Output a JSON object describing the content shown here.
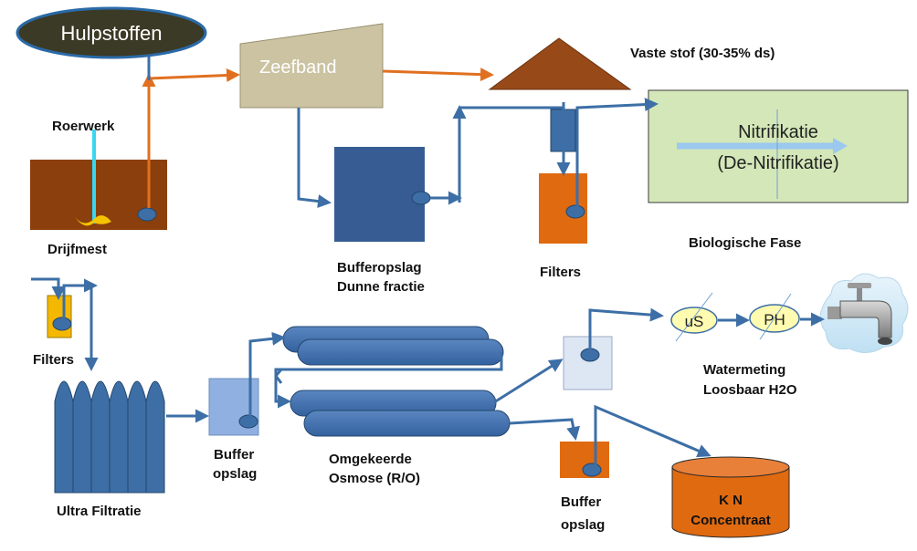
{
  "labels": {
    "hulpstoffen": "Hulpstoffen",
    "zeefband": "Zeefband",
    "vaste_stof": "Vaste stof (30-35% ds)",
    "roerwerk": "Roerwerk",
    "drijfmest": "Drijfmest",
    "nitrificatie_line1": "Nitrifikatie",
    "nitrificatie_line2": "(De-Nitrifikatie)",
    "biologische_fase": "Biologische Fase",
    "bufferopslag_line1": "Bufferopslag",
    "bufferopslag_line2": "Dunne fractie",
    "filters_top": "Filters",
    "filters_left": "Filters",
    "ultra_filtratie": "Ultra Filtratie",
    "buffer_left_line1": "Buffer",
    "buffer_left_line2": "opslag",
    "osmose_line1": "Omgekeerde",
    "osmose_line2": "Osmose (R/O)",
    "buffer_bottom_line1": "Buffer",
    "buffer_bottom_line2": "opslag",
    "us_meter": "uS",
    "ph_meter": "PH",
    "watermeting_line1": "Watermeting",
    "watermeting_line2": "Loosbaar H2O",
    "kn_line1": "K N",
    "kn_line2": "Concentraat"
  },
  "colors": {
    "blue_line": "#3d6fa6",
    "orange_line": "#e07020",
    "manure_brown": "#8b3f0c",
    "solid_brown": "#974a18",
    "zeefband_tan": "#cbc3a2",
    "buffer_dark_blue": "#365c93",
    "filter_orange": "#e06a10",
    "nitri_green": "#d4e7b8",
    "meter_yellow": "#fffbb0",
    "ellipse_dark": "#3b3a26"
  }
}
